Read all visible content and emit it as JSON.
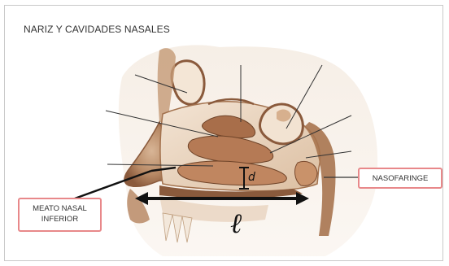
{
  "title": "NARIZ Y CAVIDADES NASALES",
  "labels": {
    "nasofaringe": "NASOFARINGE",
    "meato_line1": "MEATO NASAL",
    "meato_line2": "INFERIOR"
  },
  "annotations": {
    "diameter_symbol": "d",
    "length_symbol": "ℓ"
  },
  "colors": {
    "label_border": "#e8888a",
    "anatomy_dark": "#8a5a3c",
    "anatomy_mid": "#b88a66",
    "anatomy_light": "#e8d2bc",
    "annotation_ink": "#111111"
  }
}
